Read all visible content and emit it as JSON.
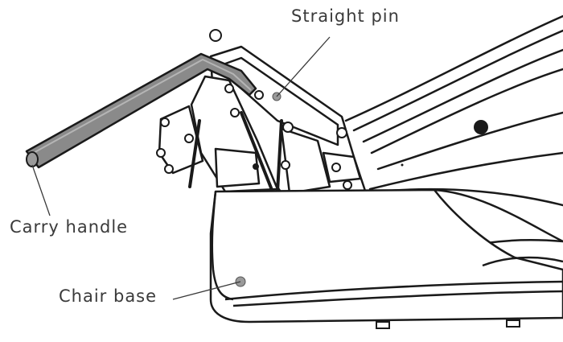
{
  "callouts": {
    "straight_pin": "Straight pin",
    "carry_handle": "Carry handle",
    "chair_base": "Chair base"
  },
  "colors": {
    "line_art": "#1a1a1a",
    "callout_text": "#3a3a3a",
    "handle_highlight": "#8a8a8a",
    "marker_dot": "#9a9a9a",
    "background": "#ffffff"
  }
}
